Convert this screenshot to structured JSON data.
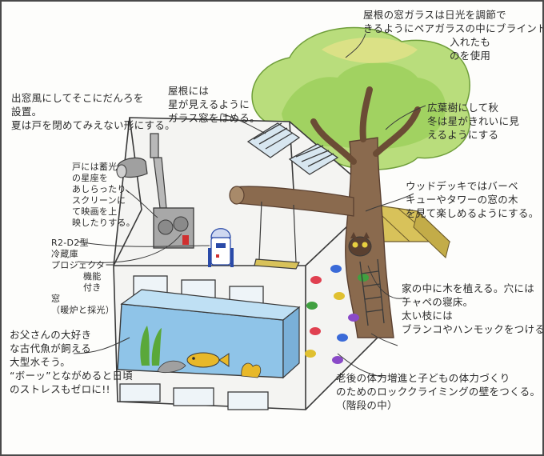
{
  "annotations": {
    "roof_glass": [
      "屋根の窓ガラスは日光を調節で",
      "きるようにペアガラスの中にブラインドを",
      "入れたも",
      "のを使用"
    ],
    "bay_window": [
      "出窓風にしてそこにだんろを",
      "設置。",
      "夏は戸を閉めてみえない形にする。"
    ],
    "roof_stars": [
      "屋根には",
      "星が見えるように",
      "ガラス窓をはめる。"
    ],
    "deciduous_tree": [
      "広葉樹にして秋",
      "冬は星がきれいに見",
      "えるようにする"
    ],
    "door_starmap": [
      "戸には蓄光",
      "の星座を",
      "あしらったり、",
      "スクリーンに",
      "て映画を上",
      "映したりする。"
    ],
    "wood_deck": [
      "ウッドデッキではバーベ",
      "キューやタワーの窓の木",
      "を見て楽しめるようにする。"
    ],
    "equipment": [
      "R2-D2型",
      "冷蔵庫",
      "プロジェクター",
      "機能",
      "付き",
      "窓",
      "（暖炉と採光）"
    ],
    "tree_in_house": [
      "家の中に木を植える。穴には",
      "チャペの寝床。",
      "太い枝には",
      "ブランコやハンモックをつける。"
    ],
    "aquarium": [
      "お父さんの大好き",
      "な古代魚が飼える",
      "大型水そう。",
      "“ボーッ”とながめると日頃",
      "のストレスもゼロに!!"
    ],
    "climbing_wall": [
      "老後の体力増進と子どもの体力づくり",
      "のためのロッククライミングの壁をつくる。",
      "（階段の中）"
    ]
  },
  "icons": [
    "tree-icon",
    "chimney-icon",
    "stove-icon",
    "robot-icon",
    "fish-icon",
    "cat-icon",
    "swing-icon",
    "ladder-icon"
  ],
  "colors": {
    "tree_foliage": "#9bcf5a",
    "tree_trunk": "#8a6a4e",
    "deck": "#d8c25a",
    "aquarium_water": "#8fc4e8",
    "stove": "#a8a8a8",
    "fish": "#e8b829",
    "climbing_holds": [
      "#e04050",
      "#3a6ad8",
      "#40a040",
      "#e0c030",
      "#8a4ac8"
    ]
  }
}
